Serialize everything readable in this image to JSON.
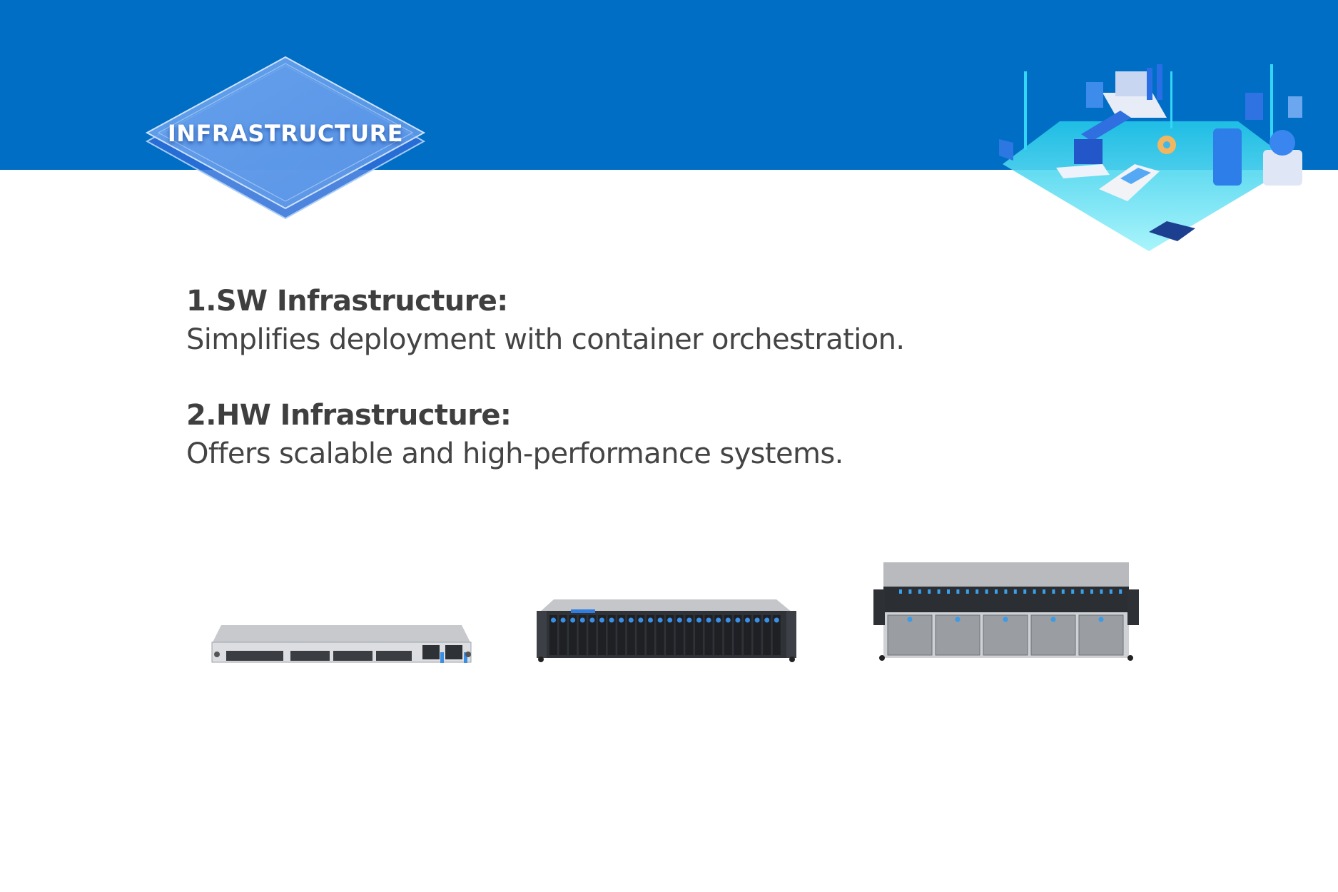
{
  "header": {
    "badge_label": "INFRASTRUCTURE",
    "banner_color": "#006ec4",
    "illustration": "isometric-smart-factory-illustration"
  },
  "items": [
    {
      "title": "1.SW Infrastructure:",
      "description": "Simplifies deployment with container orchestration."
    },
    {
      "title": "2.HW Infrastructure:",
      "description": "Offers scalable and high-performance systems."
    }
  ],
  "products": [
    {
      "name": "1u-edge-server-image"
    },
    {
      "name": "2u-storage-server-image"
    },
    {
      "name": "4u-gpu-server-image"
    }
  ]
}
